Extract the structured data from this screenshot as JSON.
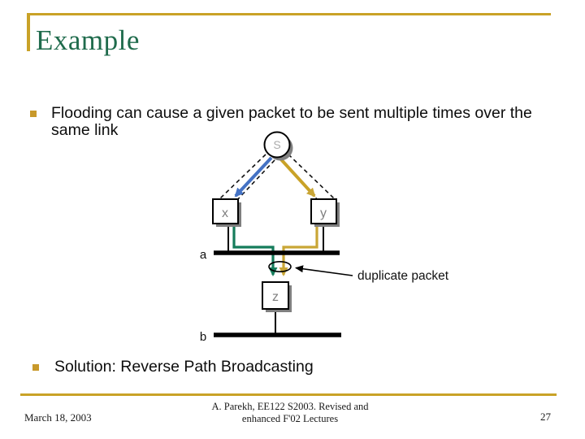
{
  "slide": {
    "title": "Example",
    "bullet1": "Flooding can cause a given packet to be sent multiple times over the same link",
    "bullet2": "Solution: Reverse Path Broadcasting"
  },
  "diagram": {
    "node_s": "S",
    "node_x": "x",
    "node_y": "y",
    "node_z": "z",
    "link_a": "a",
    "link_b": "b",
    "annotation": "duplicate packet"
  },
  "footer": {
    "date": "March 18, 2003",
    "credit_line1": "A. Parekh, EE122 S2003. Revised and",
    "credit_line2": "enhanced  F'02 Lectures",
    "page_number": "27"
  },
  "colors": {
    "accent_gold": "#C9A227",
    "title_green": "#1F6B4C",
    "path_blue": "#4472C4",
    "path_gold": "#C9A636",
    "path_green": "#157C5B",
    "shadow_gray": "#7F7F7F"
  }
}
